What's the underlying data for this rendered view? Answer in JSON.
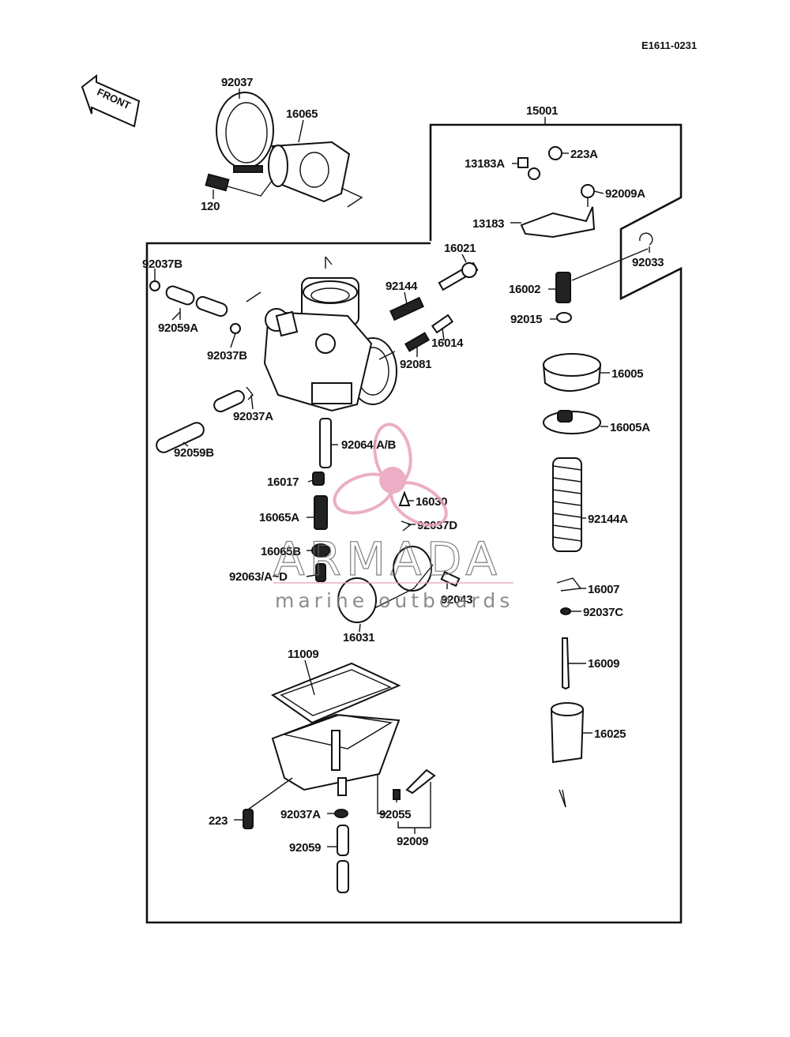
{
  "diagram_code": "E1611-0231",
  "front_label": "FRONT",
  "watermark": {
    "brand": "ARMADA",
    "tagline": "marine outboards",
    "logo_color": "#e8a0bb"
  },
  "parts": [
    "92037",
    "16065",
    "120",
    "15001",
    "13183A",
    "223A",
    "92009A",
    "13183",
    "92033",
    "16002",
    "92015",
    "92037B",
    "92059A",
    "92037B",
    "16021",
    "92144",
    "16014",
    "92081",
    "92037A",
    "92059B",
    "92064/A/B",
    "16017",
    "16065A",
    "16065B",
    "92063/A~D",
    "16030",
    "92037D",
    "92043",
    "16031",
    "16005",
    "16005A",
    "92144A",
    "16007",
    "92037C",
    "16009",
    "16025",
    "11009",
    "223",
    "92037A",
    "92055",
    "92009",
    "92059"
  ]
}
